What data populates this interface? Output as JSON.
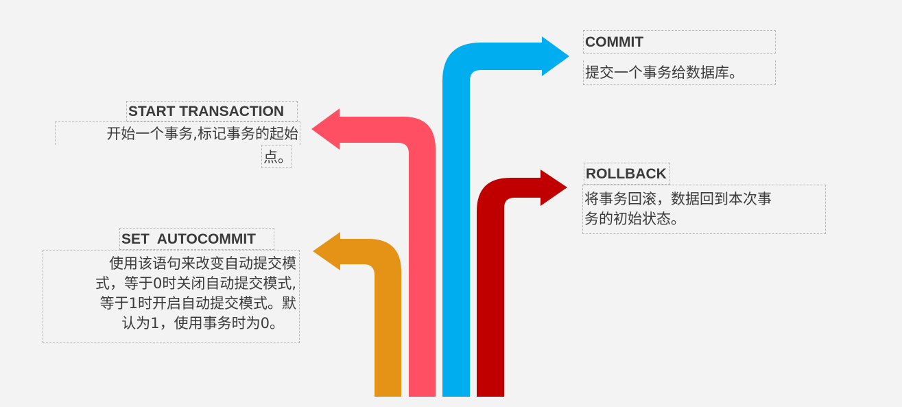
{
  "colors": {
    "background": "#f3f3f3",
    "commit_arrow": "#00aeef",
    "start_transaction_arrow": "#ff5063",
    "rollback_arrow": "#c00000",
    "set_autocommit_arrow": "#e59317"
  },
  "commit": {
    "title": "COMMIT",
    "desc": "提交一个事务给数据库。"
  },
  "start_transaction": {
    "title": "START TRANSACTION",
    "desc_lines": [
      "开始一个事务,标记事务的起始",
      "点。"
    ]
  },
  "rollback": {
    "title": "ROLLBACK",
    "desc_lines": [
      "将事务回滚，数据回到本次事",
      "务的初始状态。"
    ]
  },
  "set_autocommit": {
    "title": "SET  AUTOCOMMIT",
    "desc_lines": [
      "使用该语句来改变自动提交模",
      "式，等于0时关闭自动提交模式,",
      "等于1时开启自动提交模式。默",
      "认为1，使用事务时为0。"
    ]
  }
}
